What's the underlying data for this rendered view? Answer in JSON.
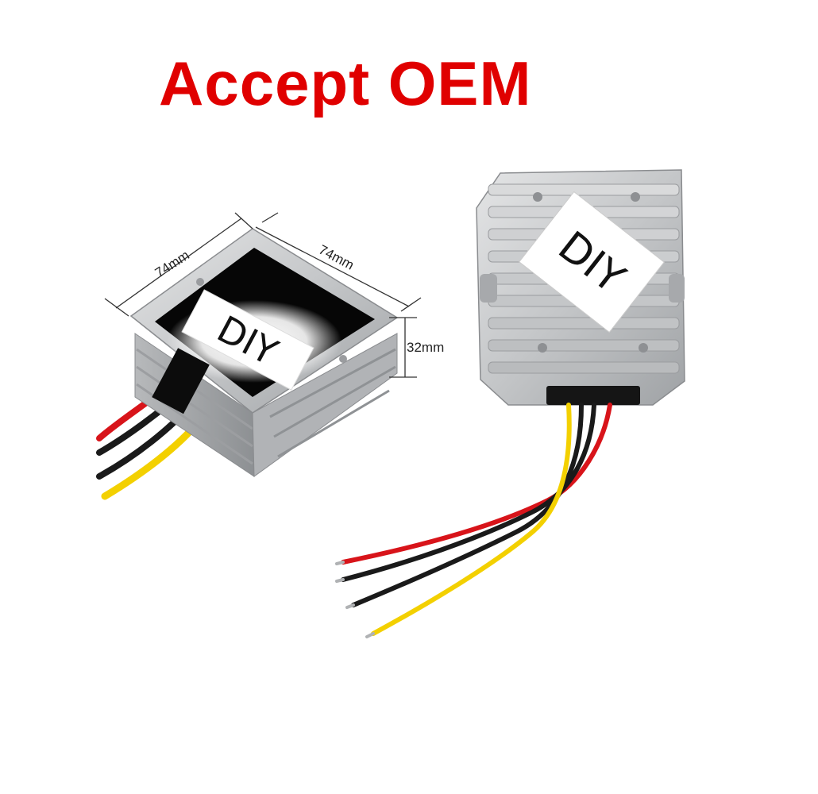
{
  "headline": "Accept OEM",
  "colors": {
    "headline": "#e00000",
    "wire_red": "#d8141a",
    "wire_black": "#1a1a1a",
    "wire_yellow": "#f3d000",
    "aluminum": "#c9cbcd"
  },
  "left_unit": {
    "dim_width": "74mm",
    "dim_depth": "74mm",
    "dim_height": "32mm",
    "label": "DIY"
  },
  "right_unit": {
    "label": "DIY"
  }
}
